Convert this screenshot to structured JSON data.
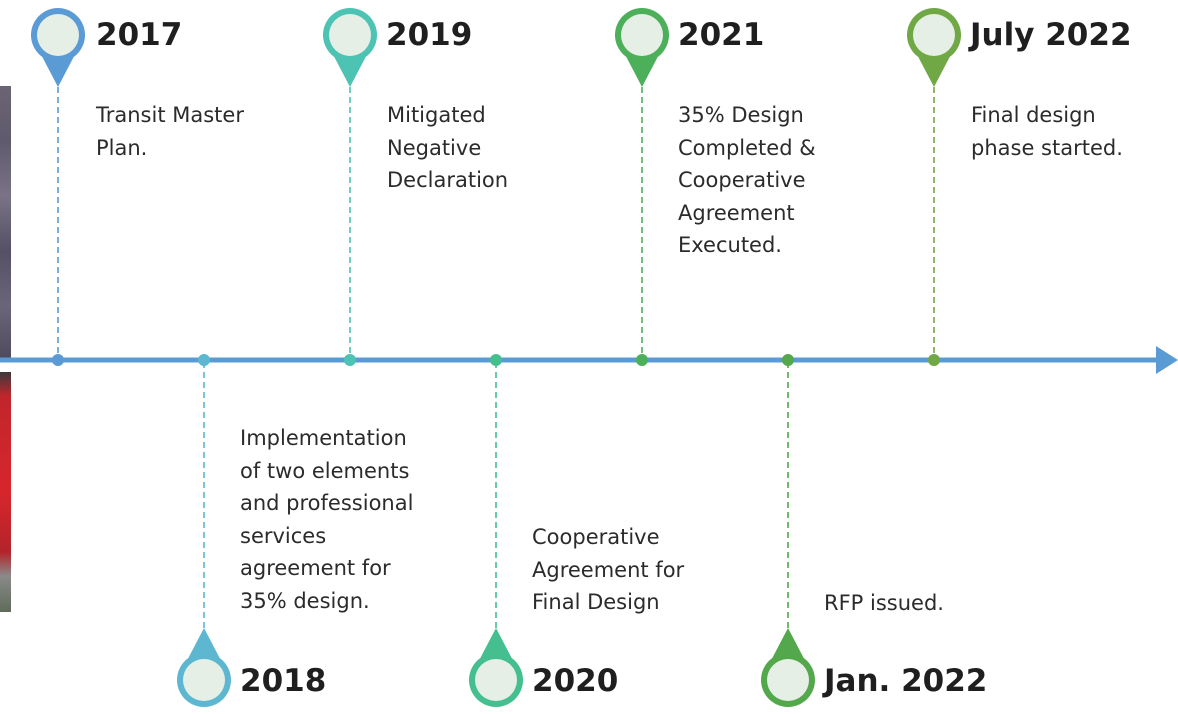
{
  "milestones": [
    {
      "id": "2017",
      "year": "2017",
      "lines": [
        "Transit Master",
        "Plan."
      ],
      "color": "#5b9bd5",
      "position": "top"
    },
    {
      "id": "2018",
      "year": "2018",
      "lines": [
        "Implementation",
        "of two elements",
        "and professional",
        "services",
        "agreement for",
        "35% design."
      ],
      "color": "#5db7d0",
      "position": "bottom"
    },
    {
      "id": "2019",
      "year": "2019",
      "lines": [
        "Mitigated",
        "Negative",
        "Declaration"
      ],
      "color": "#4dc3b3",
      "position": "top"
    },
    {
      "id": "2020",
      "year": "2020",
      "lines": [
        "Cooperative",
        "Agreement for",
        "Final Design"
      ],
      "color": "#45bf8f",
      "position": "bottom"
    },
    {
      "id": "2021",
      "year": "2021",
      "lines": [
        "35% Design",
        "Completed &",
        "Cooperative",
        "Agreement",
        "Executed."
      ],
      "color": "#4cb05a",
      "position": "top"
    },
    {
      "id": "jan-2022",
      "year": "Jan. 2022",
      "lines": [
        "RFP issued."
      ],
      "color": "#52a84a",
      "position": "bottom"
    },
    {
      "id": "july-2022",
      "year": "July 2022",
      "lines": [
        "Final design",
        "phase started."
      ],
      "color": "#6fa845",
      "position": "top"
    }
  ],
  "axis_color": "#5b9bd5",
  "pin_fill": "#e6efe6"
}
